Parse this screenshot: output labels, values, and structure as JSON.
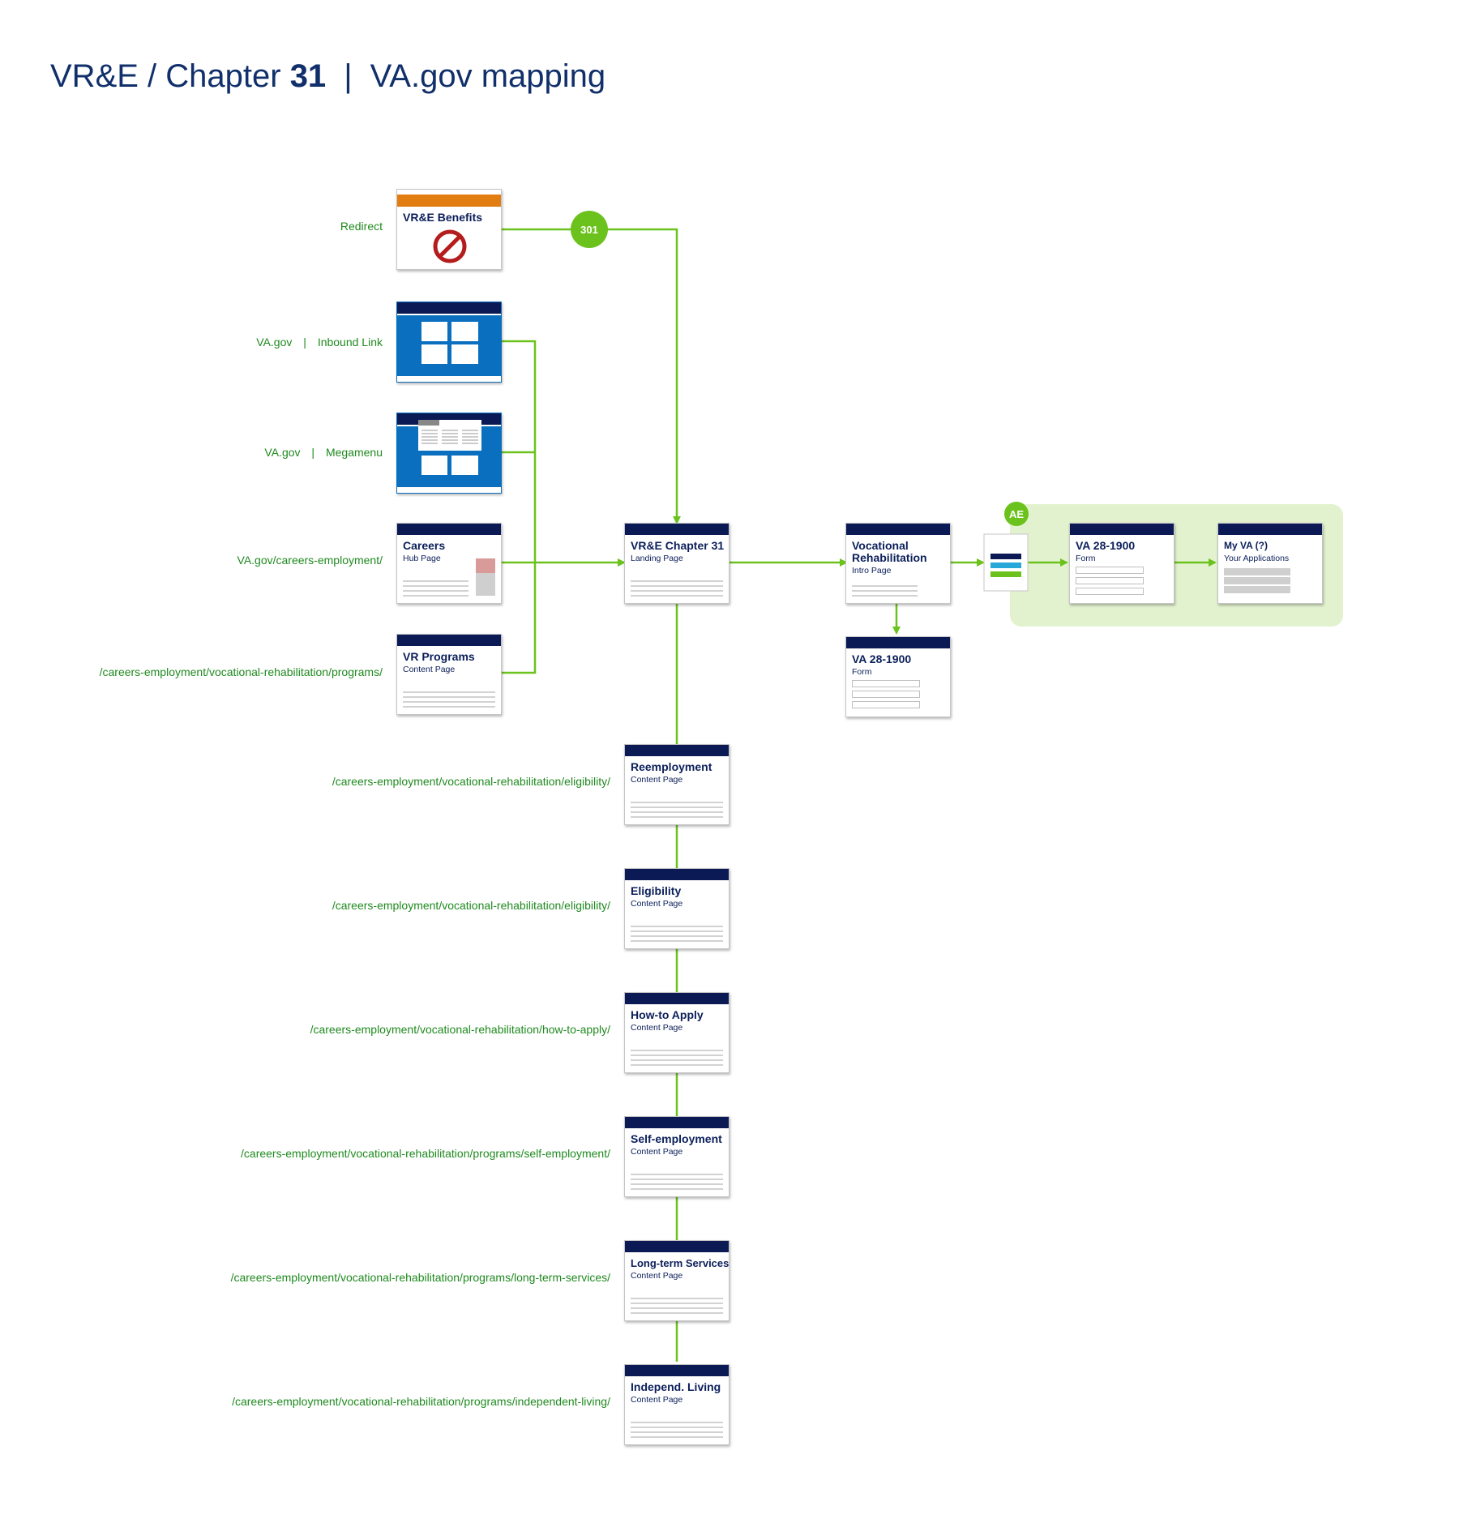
{
  "title": {
    "prefix": "VR&E / Chapter ",
    "number": "31",
    "separator": "|",
    "suffix": "VA.gov mapping"
  },
  "labels": {
    "redirect": "Redirect",
    "inbound_a": "VA.gov",
    "inbound_b": "Inbound Link",
    "mega_a": "VA.gov",
    "mega_b": "Megamenu",
    "careers": "VA.gov/careers-employment/",
    "programs": "/careers-employment/vocational-rehabilitation/programs/",
    "reemployment": "/careers-employment/vocational-rehabilitation/eligibility/",
    "eligibility": "/careers-employment/vocational-rehabilitation/eligibility/",
    "howto": "/careers-employment/vocational-rehabilitation/how-to-apply/",
    "selfemp": "/careers-employment/vocational-rehabilitation/programs/self-employment/",
    "longterm": "/careers-employment/vocational-rehabilitation/programs/long-term-services/",
    "independ": "/careers-employment/vocational-rehabilitation/programs/independent-living/",
    "pipe": "|"
  },
  "badges": {
    "redirect_code": "301",
    "ae": "AE"
  },
  "cards": {
    "vre_benefits": {
      "title": "VR&E Benefits"
    },
    "careers": {
      "title": "Careers",
      "sub": "Hub Page"
    },
    "vr_programs": {
      "title": "VR Programs",
      "sub": "Content Page"
    },
    "landing": {
      "title": "VR&E Chapter 31",
      "sub": "Landing Page"
    },
    "voc_rehab": {
      "title": "Vocational Rehabilitation",
      "sub": "Intro Page"
    },
    "form_a": {
      "title": "VA 28-1900",
      "sub": "Form"
    },
    "form_b": {
      "title": "VA 28-1900",
      "sub": "Form"
    },
    "myva": {
      "title": "My VA (?)",
      "sub": "Your Applications"
    },
    "reemployment": {
      "title": "Reemployment",
      "sub": "Content Page"
    },
    "eligibility": {
      "title": "Eligibility",
      "sub": "Content Page"
    },
    "howto": {
      "title": "How-to Apply",
      "sub": "Content Page"
    },
    "selfemp": {
      "title": "Self-employment",
      "sub": "Content Page"
    },
    "longterm": {
      "title": "Long-term Services",
      "sub": "Content Page"
    },
    "independ": {
      "title": "Independ. Living",
      "sub": "Content Page"
    }
  },
  "colors": {
    "navy": "#0b1a55",
    "green": "#6cc21c",
    "label_green": "#1f8a1f",
    "orange": "#e27d12",
    "blue": "#0a6fbe",
    "ae_bg": "#e2f2cf"
  }
}
